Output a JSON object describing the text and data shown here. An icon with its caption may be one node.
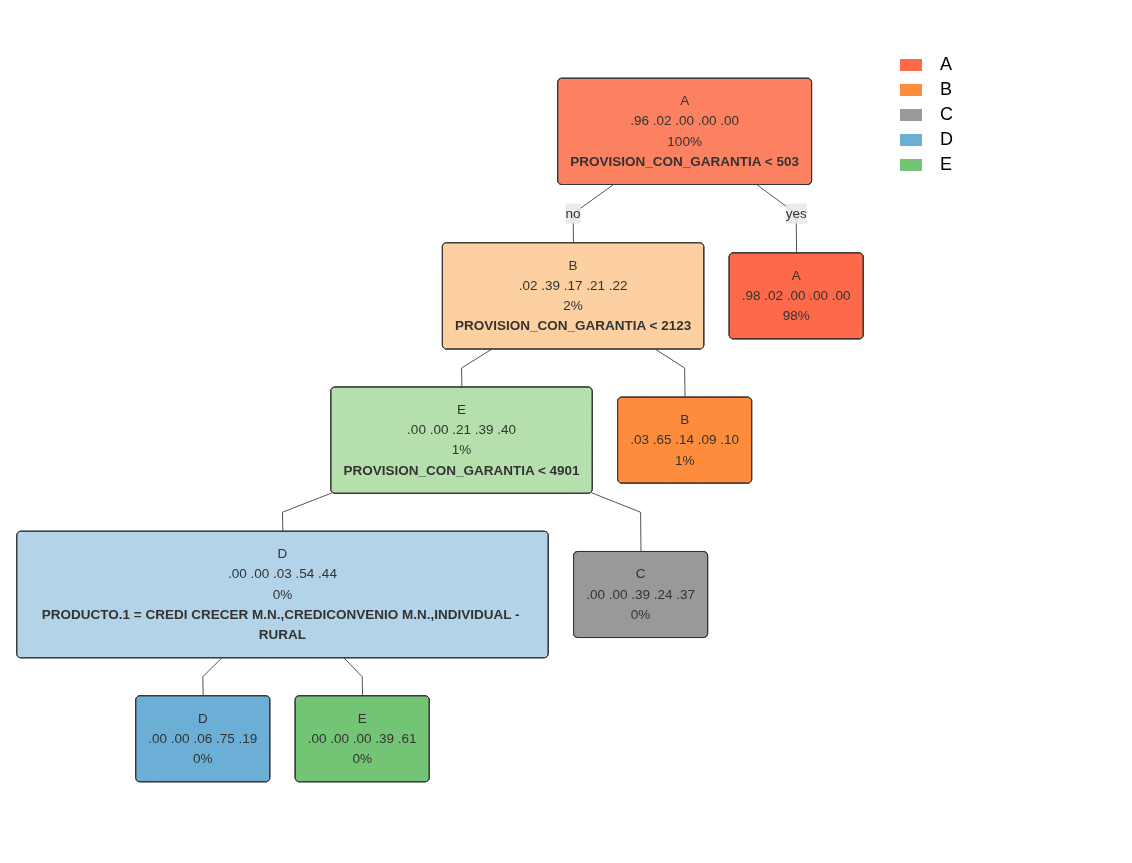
{
  "diagram": {
    "nodes": [
      {
        "text": [
          "A",
          ".96 .02 .00 .00 .00",
          "100%",
          "PROVISION_CON_GARANTIA < 503"
        ]
      },
      {
        "text": [
          "B",
          ".02 .39 .17 .21 .22",
          "2%",
          "PROVISION_CON_GARANTIA < 2123"
        ]
      },
      {
        "text": [
          "E",
          ".00 .00 .21 .39 .40",
          "1%",
          "PROVISION_CON_GARANTIA < 4901"
        ]
      },
      {
        "text": [
          "D",
          ".00 .00 .03 .54 .44",
          "0%",
          "PRODUCTO.1 = CREDI CRECER M.N.,CREDICONVENIO M.N.,INDIVIDUAL - RURAL"
        ]
      },
      {
        "text": [
          "B",
          ".03 .65 .14 .09 .10",
          "1%"
        ]
      },
      {
        "text": [
          "D",
          ".00 .00 .06 .75 .19",
          "0%"
        ]
      },
      {
        "text": [
          "A",
          ".98 .02 .00 .00 .00",
          "98%"
        ]
      },
      {
        "text": [
          "C",
          ".00 .00 .39 .24 .37",
          "0%"
        ]
      },
      {
        "text": [
          "E",
          ".00 .00 .00 .39 .61",
          "0%"
        ]
      }
    ],
    "edges": [
      {
        "from": 0,
        "to": 6,
        "arrow": "none",
        "label": "yes"
      },
      {
        "from": 0,
        "to": 1,
        "arrow": "none",
        "label": "no"
      },
      {
        "from": 1,
        "to": 4,
        "arrow": "none"
      },
      {
        "from": 1,
        "to": 2,
        "arrow": "none"
      },
      {
        "from": 2,
        "to": 7,
        "arrow": "none"
      },
      {
        "from": 2,
        "to": 3,
        "arrow": "none"
      },
      {
        "from": 3,
        "to": 5,
        "arrow": "none"
      },
      {
        "from": 3,
        "to": 8,
        "arrow": "none"
      }
    ],
    "legend": [
      {
        "text": "A",
        "color": "#fc6a4a"
      },
      {
        "text": "B",
        "color": "#fd8d3c"
      },
      {
        "text": "C",
        "color": "#999999"
      },
      {
        "text": "D",
        "color": "#6baed6"
      },
      {
        "text": "E",
        "color": "#74c476"
      }
    ]
  }
}
